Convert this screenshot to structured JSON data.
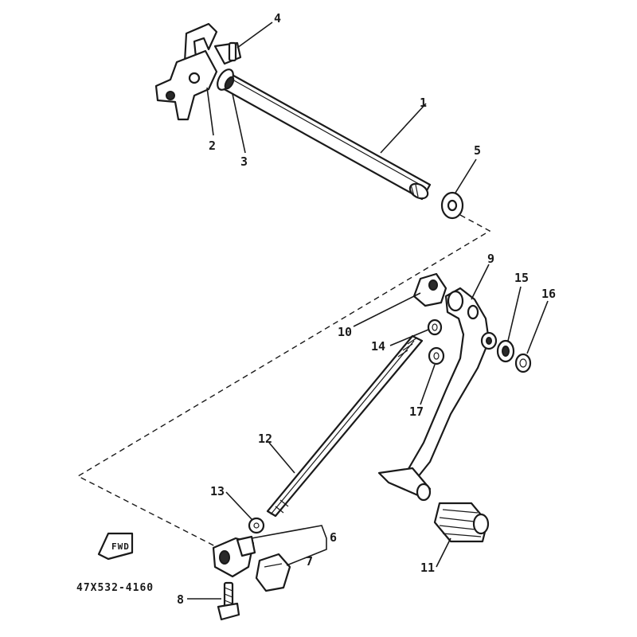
{
  "diagram": {
    "part_labels": {
      "p1": "1",
      "p2": "2",
      "p3": "3",
      "p4": "4",
      "p5": "5",
      "p6": "6",
      "p7": "7",
      "p8": "8",
      "p9": "9",
      "p10": "10",
      "p11": "11",
      "p12": "12",
      "p13": "13",
      "p14": "14",
      "p15": "15",
      "p16": "16",
      "p17": "17"
    },
    "fwd_label": "FWD",
    "drawing_code": "47X532-4160"
  }
}
